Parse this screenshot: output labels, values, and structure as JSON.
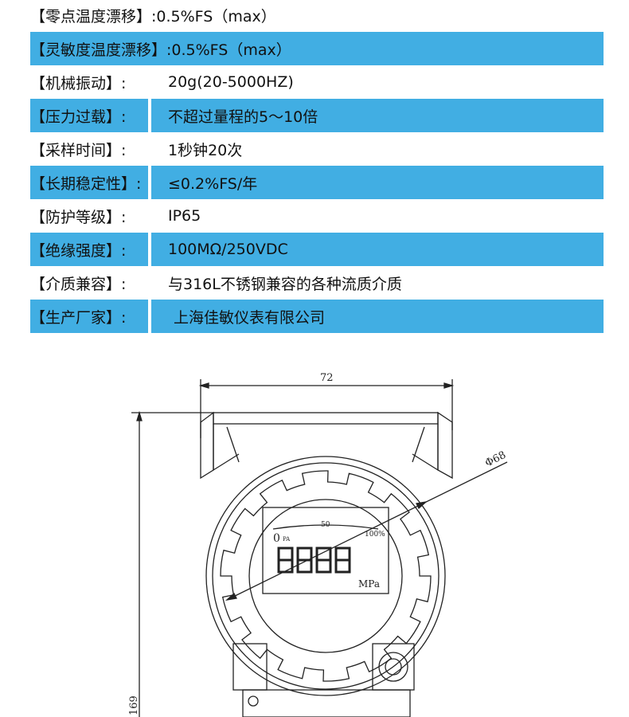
{
  "specs": [
    {
      "label": "【零点温度漂移】",
      "value": ":0.5%FS（max）"
    },
    {
      "label": "【灵敏度温度漂移】",
      "value": ":0.5%FS（max）"
    },
    {
      "label": "【机械振动】:",
      "value": "20g(20-5000HZ)"
    },
    {
      "label": "【压力过载】:",
      "value": "不超过量程的5～10倍"
    },
    {
      "label": "【采样时间】:",
      "value": "1秒钟20次"
    },
    {
      "label": "【长期稳定性】:",
      "value": "≤0.2%FS/年"
    },
    {
      "label": "【防护等级】:",
      "value": "IP65"
    },
    {
      "label": "【绝缘强度】:",
      "value": "100MΩ/250VDC"
    },
    {
      "label": "【介质兼容】:",
      "value": "与316L不锈钢兼容的各种流质介质"
    },
    {
      "label": "【生产厂家】:",
      "value": "上海佳敏仪表有限公司"
    }
  ],
  "drawing": {
    "width_dim": "72",
    "diameter_dim": "Φ68",
    "height_dim": "169",
    "lcd": {
      "scale_start": "0",
      "scale_unit_small": "PA",
      "scale_mid": "50",
      "scale_end": "100%",
      "digits": "8888",
      "unit": "MPa"
    }
  },
  "colors": {
    "row_highlight": "#41aee3",
    "line": "#222222"
  }
}
